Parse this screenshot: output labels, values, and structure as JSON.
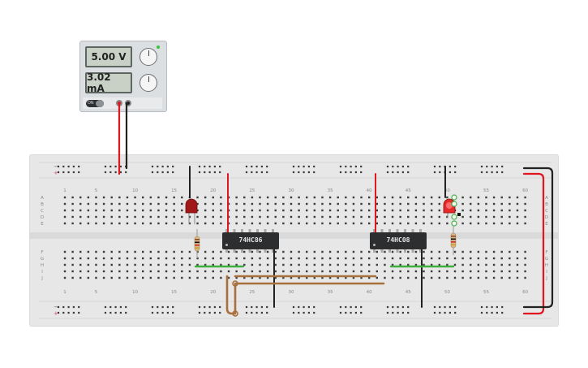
{
  "power_supply": {
    "voltage_display": "5.00 V",
    "current_display": "3.02 mA",
    "switch_label": "ON"
  },
  "breadboard": {
    "column_numbers": [
      "1",
      "5",
      "10",
      "15",
      "20",
      "25",
      "30",
      "35",
      "40",
      "45",
      "50",
      "55",
      "60"
    ],
    "row_letters_top": [
      "A",
      "B",
      "C",
      "D",
      "E"
    ],
    "row_letters_bottom": [
      "F",
      "G",
      "H",
      "I",
      "J"
    ],
    "rail_symbols": [
      "+",
      "−"
    ]
  },
  "chips": [
    {
      "label": "74HC86"
    },
    {
      "label": "74HC08"
    }
  ],
  "colors": {
    "wire_red": "#e0171e",
    "wire_black": "#222222",
    "wire_green": "#3fb03f",
    "wire_brown": "#a8703c",
    "led_red": "#c91c1c",
    "board": "#e7e7e7",
    "chip_body": "#2c2e30"
  }
}
